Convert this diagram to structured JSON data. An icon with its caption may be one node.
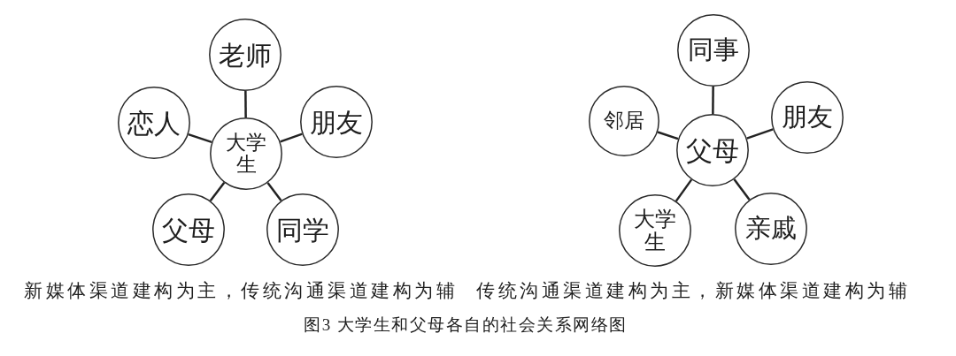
{
  "diagram": {
    "caption": "图3 大学生和父母各自的社会关系网络图",
    "nodes": [
      {
        "text": [
          "老师"
        ]
      },
      {
        "text": [
          "恋人"
        ]
      },
      {
        "text": [
          "大学生"
        ]
      },
      {
        "text": [
          "朋友"
        ]
      },
      {
        "text": [
          "父母"
        ]
      },
      {
        "text": [
          "同学"
        ]
      },
      {
        "text": [
          "同事"
        ]
      },
      {
        "text": [
          "邻居"
        ]
      },
      {
        "text": [
          "父母"
        ]
      },
      {
        "text": [
          "朋友"
        ]
      },
      {
        "text": [
          "大学生"
        ]
      },
      {
        "text": [
          "亲戚"
        ]
      }
    ],
    "edges": [
      {
        "from": 2,
        "to": 0,
        "arrow": "none"
      },
      {
        "from": 2,
        "to": 1,
        "arrow": "none"
      },
      {
        "from": 2,
        "to": 3,
        "arrow": "none"
      },
      {
        "from": 2,
        "to": 4,
        "arrow": "none"
      },
      {
        "from": 2,
        "to": 5,
        "arrow": "none"
      },
      {
        "from": 8,
        "to": 6,
        "arrow": "none"
      },
      {
        "from": 8,
        "to": 7,
        "arrow": "none"
      },
      {
        "from": 8,
        "to": 9,
        "arrow": "none"
      },
      {
        "from": 8,
        "to": 10,
        "arrow": "none"
      },
      {
        "from": 8,
        "to": 11,
        "arrow": "none"
      }
    ],
    "labels": [
      "新媒体渠道建构为主，传统沟通渠道建构为辅",
      "传统沟通渠道建构为主，新媒体渠道建构为辅"
    ]
  }
}
